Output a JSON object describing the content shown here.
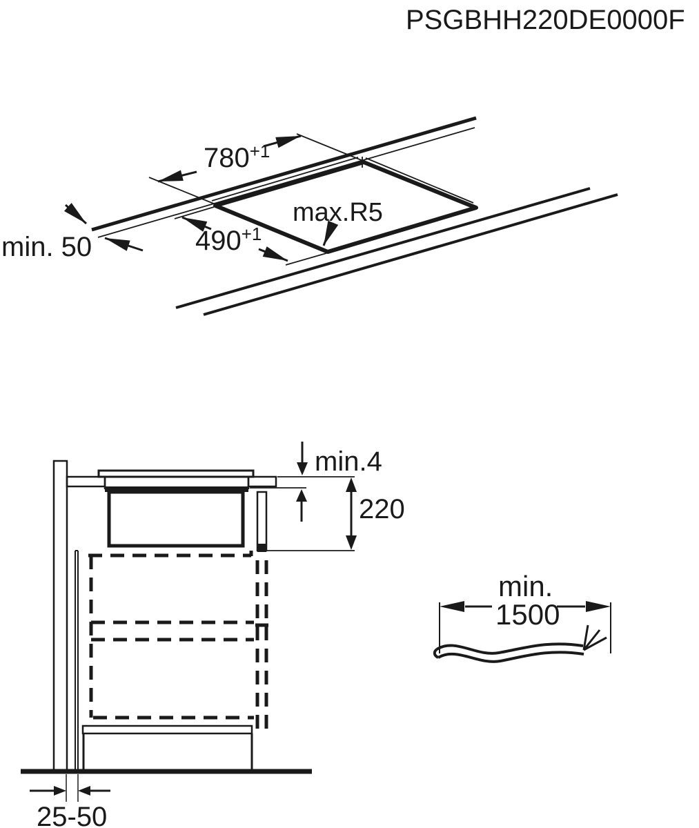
{
  "title": "PSGBHH220DE0000F",
  "top_view": {
    "cutout_width": {
      "value": "780",
      "tolerance": "+1"
    },
    "cutout_depth": {
      "value": "490",
      "tolerance": "+1"
    },
    "min_edge_distance": "min. 50",
    "max_corner_radius": "max.R5"
  },
  "side_view": {
    "min_glass_clearance": "min.4",
    "appliance_depth": "220",
    "wall_gap_range": "25-50"
  },
  "power_cable": {
    "prefix": "min.",
    "length": "1500"
  },
  "colors": {
    "line": "#1a1a1a",
    "background": "#ffffff"
  }
}
